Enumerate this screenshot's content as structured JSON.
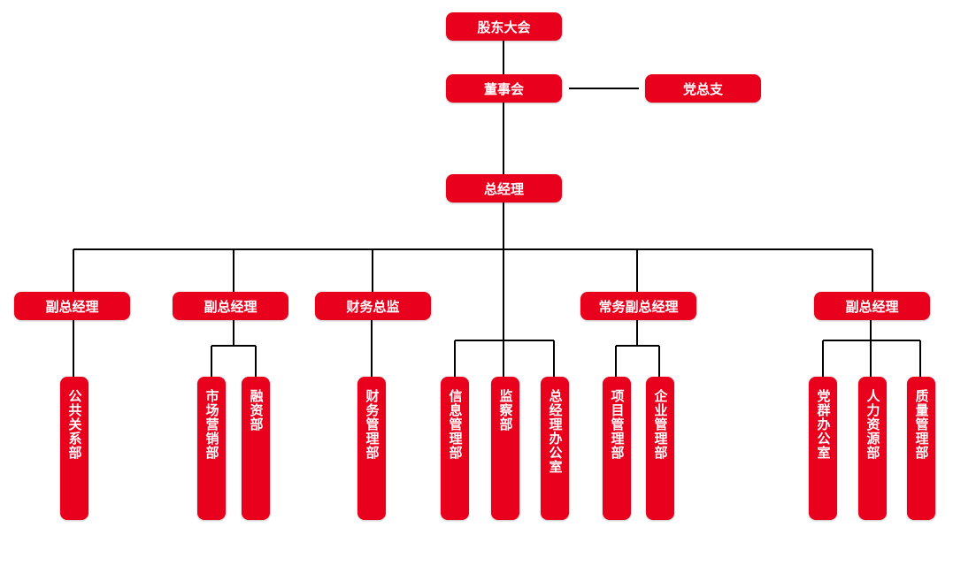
{
  "colors": {
    "node": "#e8001c",
    "node_text": "#ffffff",
    "connector": "#000000"
  },
  "top": {
    "shareholders": "股东大会",
    "board": "董事会",
    "party_branch": "党总支",
    "general_manager": "总经理"
  },
  "managers": {
    "vp_1": "副总经理",
    "vp_2": "副总经理",
    "cfo": "财务总监",
    "executive_vp": "常务副总经理",
    "vp_3": "副总经理"
  },
  "departments": {
    "public_relations": "公共关系部",
    "marketing": "市场营销部",
    "financing": "融资部",
    "finance": "财务管理部",
    "information": "信息管理部",
    "audit": "监察部",
    "gm_office": "总经理办公室",
    "project": "项目管理部",
    "enterprise": "企业管理部",
    "party_office": "党群办公室",
    "hr": "人力资源部",
    "quality": "质量管理部"
  }
}
